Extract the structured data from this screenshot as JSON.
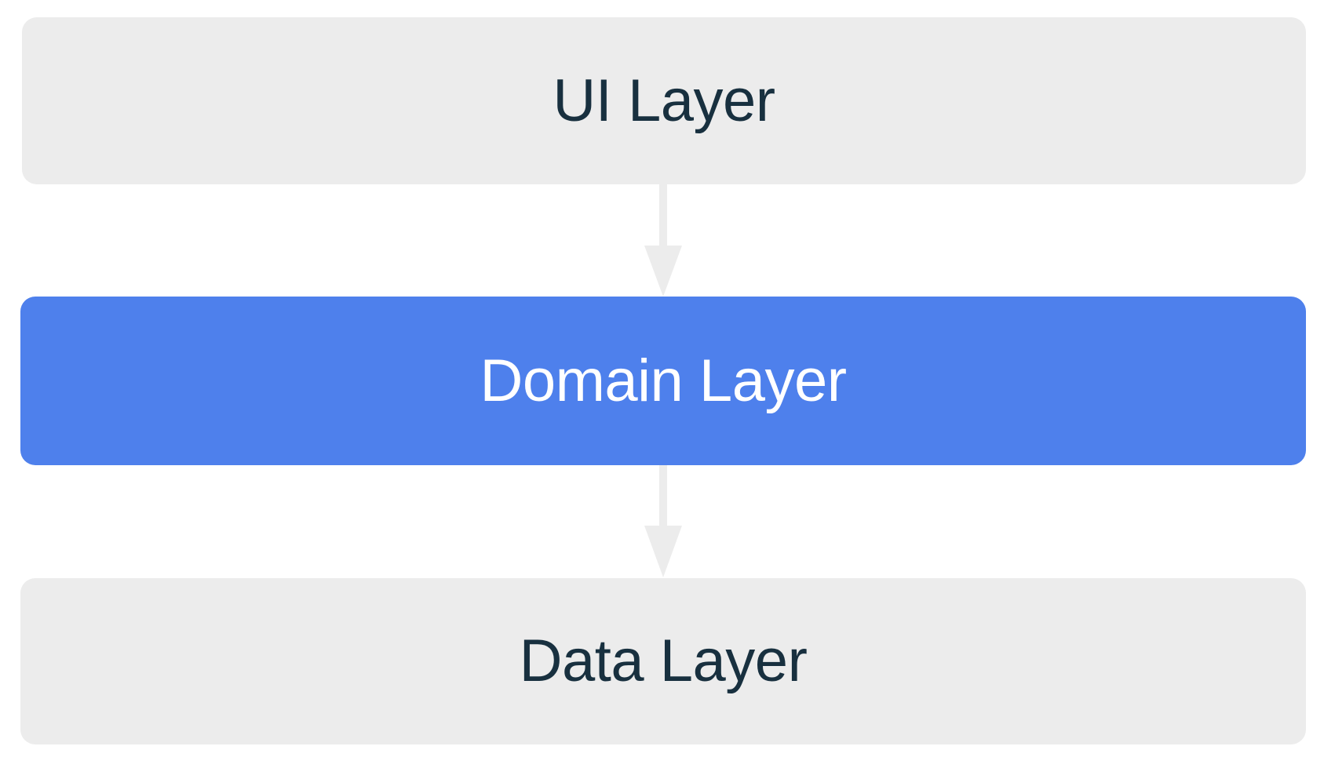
{
  "diagram": {
    "type": "flowchart",
    "orientation": "top-to-bottom",
    "background_color": "#ffffff",
    "nodes": [
      {
        "id": "ui-layer",
        "label": "UI Layer",
        "fill_color": "#ececec",
        "text_color": "#18303f",
        "highlighted": false
      },
      {
        "id": "domain-layer",
        "label": "Domain Layer",
        "fill_color": "#4e80ec",
        "text_color": "#ffffff",
        "highlighted": true
      },
      {
        "id": "data-layer",
        "label": "Data Layer",
        "fill_color": "#ececec",
        "text_color": "#18303f",
        "highlighted": false
      }
    ],
    "edges": [
      {
        "id": "ui-to-domain",
        "from": "ui-layer",
        "to": "domain-layer",
        "label": "",
        "color": "#ececec",
        "arrowhead": "triangle"
      },
      {
        "id": "domain-to-data",
        "from": "domain-layer",
        "to": "data-layer",
        "label": "",
        "color": "#ececec",
        "arrowhead": "triangle"
      }
    ]
  }
}
